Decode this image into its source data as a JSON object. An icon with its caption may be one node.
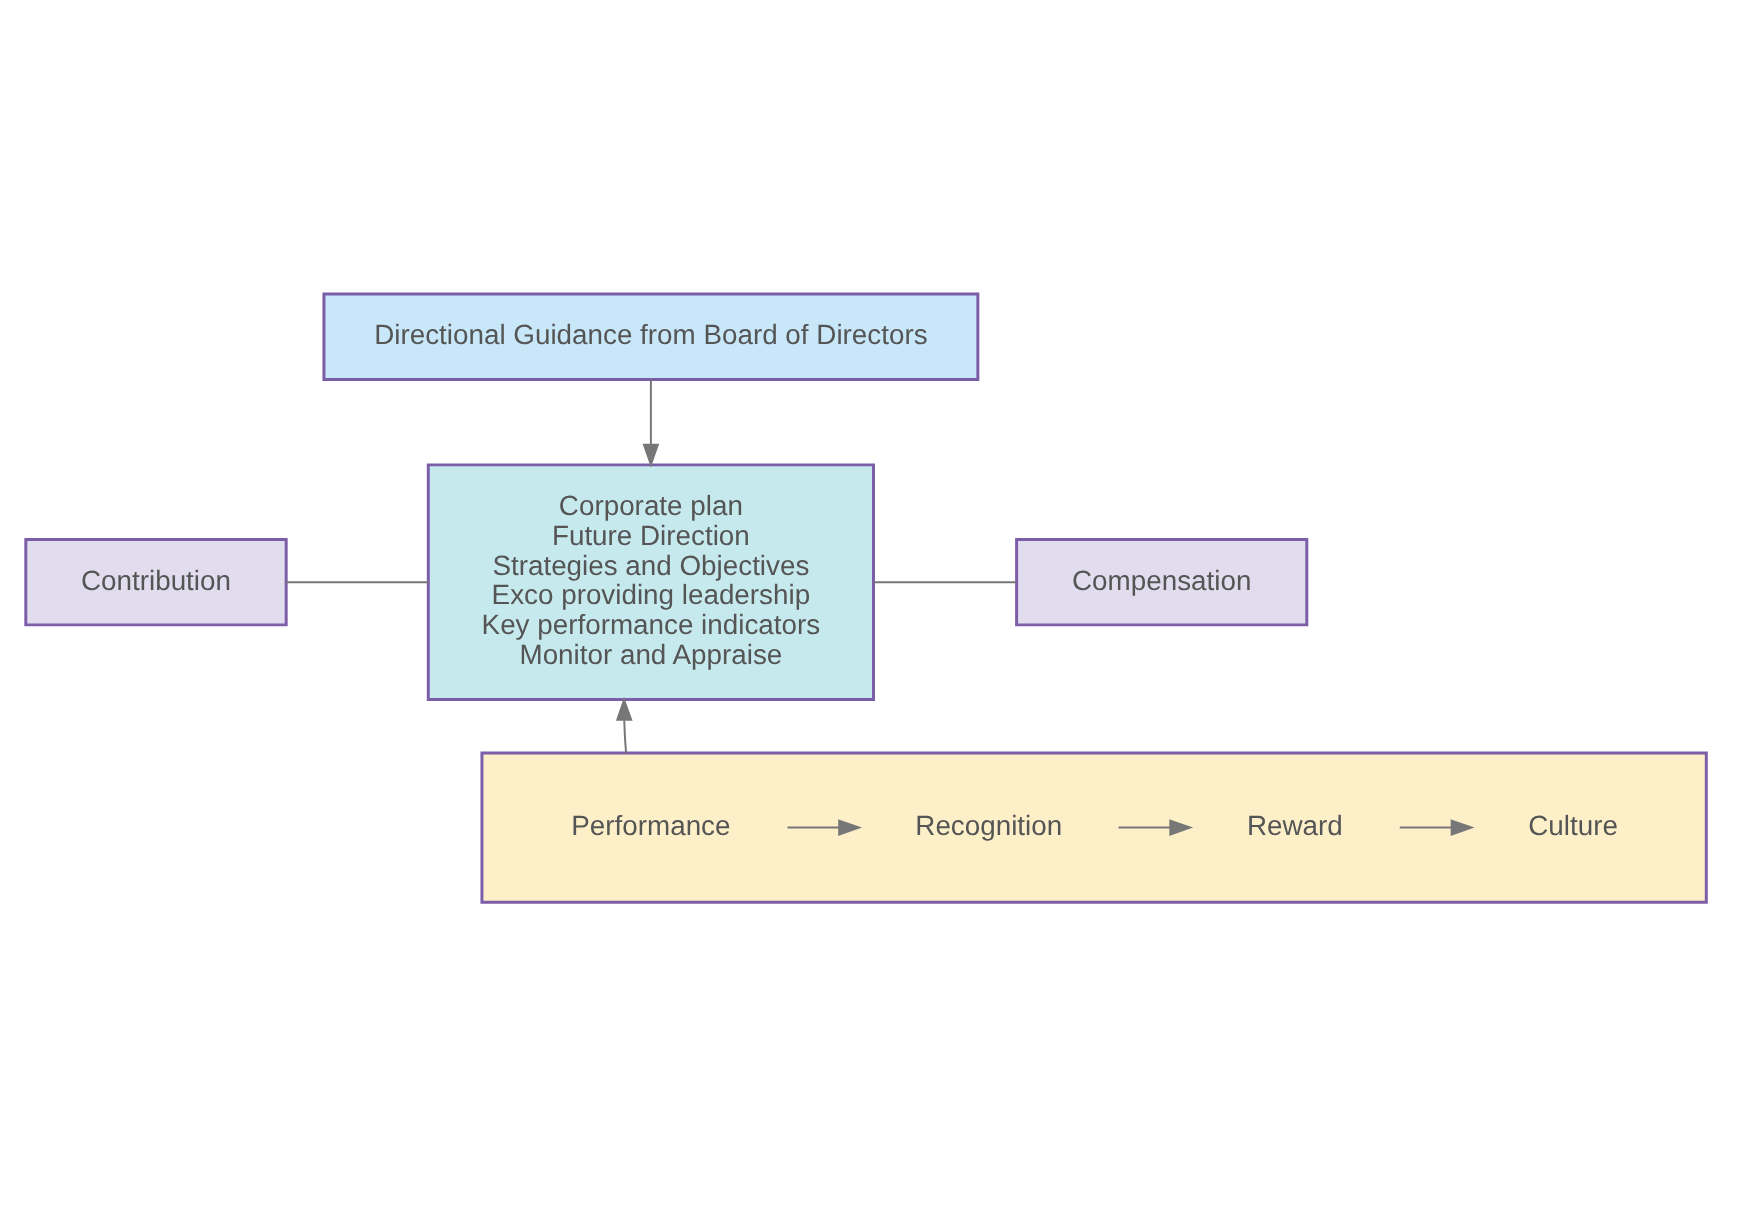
{
  "diagram": {
    "nodes": [
      {
        "text": [
          "Directional Guidance from Board of Directors"
        ]
      },
      {
        "text": [
          "Corporate plan",
          "Future Direction",
          "Strategies and Objectives",
          "Exco providing leadership",
          "Key performance indicators",
          "Monitor and Appraise"
        ]
      },
      {
        "text": [
          "Contribution"
        ]
      },
      {
        "text": [
          "Compensation"
        ]
      },
      {
        "text": [],
        "shape": "box"
      },
      {
        "text": [
          "Performance"
        ],
        "in": 4
      },
      {
        "text": [
          "Recognition"
        ],
        "in": 4
      },
      {
        "text": [
          "Reward"
        ],
        "in": 4
      },
      {
        "text": [
          "Culture"
        ],
        "in": 4
      }
    ],
    "edges": [
      {
        "from": 0,
        "to": 1,
        "arrow": "to"
      },
      {
        "from": 2,
        "to": 1,
        "arrow": "none"
      },
      {
        "from": 1,
        "to": 3,
        "arrow": "none"
      },
      {
        "from": 4,
        "to": 1,
        "arrow": "to"
      },
      {
        "from": 5,
        "to": 6,
        "arrow": "to"
      },
      {
        "from": 6,
        "to": 7,
        "arrow": "to"
      },
      {
        "from": 7,
        "to": 8,
        "arrow": "to"
      }
    ]
  }
}
